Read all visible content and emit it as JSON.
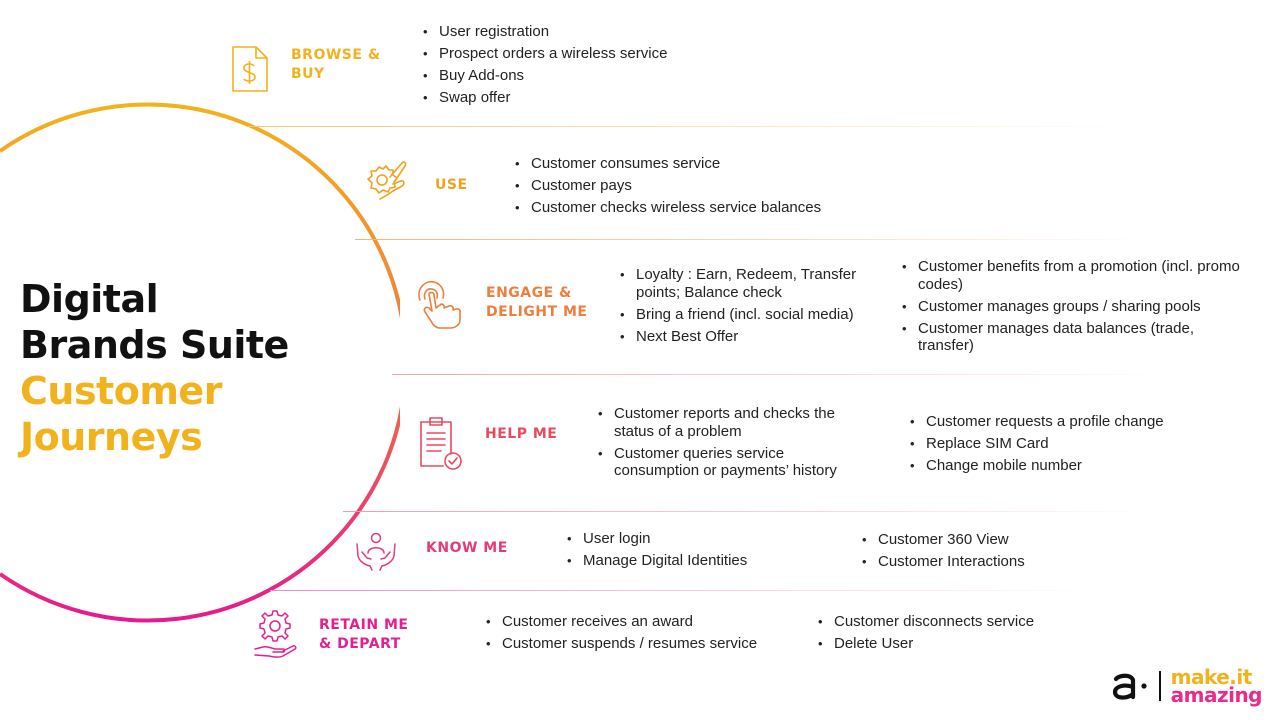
{
  "title": {
    "line1": "Digital",
    "line2": "Brands Suite",
    "line3": "Customer",
    "line4": "Journeys"
  },
  "stages": [
    {
      "id": "browse-buy",
      "label_lines": [
        "BROWSE &",
        "BUY"
      ],
      "color": "#f2b21c",
      "icon": "dollar-document-icon",
      "columns": [
        [
          "User registration",
          "Prospect orders a wireless service",
          "Buy Add-ons",
          "Swap offer"
        ]
      ]
    },
    {
      "id": "use",
      "label_lines": [
        "USE"
      ],
      "color": "#f0a21e",
      "icon": "gear-hand-icon",
      "columns": [
        [
          "Customer consumes service",
          "Customer pays",
          "Customer checks wireless service balances"
        ]
      ]
    },
    {
      "id": "engage-delight",
      "label_lines": [
        "ENGAGE &",
        "DELIGHT ME"
      ],
      "color": "#ef7d3c",
      "icon": "tap-hand-icon",
      "columns": [
        [
          "Loyalty : Earn, Redeem, Transfer points; Balance check",
          "Bring a friend (incl. social media)",
          "Next Best Offer"
        ],
        [
          "Customer benefits from a promotion (incl. promo codes)",
          "Customer manages groups / sharing pools",
          "Customer manages data balances (trade, transfer)"
        ]
      ]
    },
    {
      "id": "help-me",
      "label_lines": [
        "HELP ME"
      ],
      "color": "#ea4a5e",
      "icon": "clipboard-check-icon",
      "columns": [
        [
          "Customer reports and checks the status of a problem",
          "Customer queries service consumption or payments’ history"
        ],
        [
          "Customer requests a profile change",
          "Replace SIM Card",
          "Change mobile number"
        ]
      ]
    },
    {
      "id": "know-me",
      "label_lines": [
        "KNOW ME"
      ],
      "color": "#e23c7b",
      "icon": "person-hands-icon",
      "columns": [
        [
          "User login",
          "Manage Digital Identities"
        ],
        [
          "Customer 360 View",
          "Customer Interactions"
        ]
      ]
    },
    {
      "id": "retain-depart",
      "label_lines": [
        "RETAIN ME",
        "& DEPART"
      ],
      "color": "#e3208d",
      "icon": "gear-palm-icon",
      "columns": [
        [
          "Customer receives an award",
          "Customer suspends / resumes service"
        ],
        [
          "Customer disconnects service",
          "Delete User"
        ]
      ]
    }
  ],
  "logo": {
    "mark": "a·",
    "tag_line1": "make.it",
    "tag_line2": "amazing",
    "colors": [
      "#f2b21c",
      "#ea2a8c"
    ]
  }
}
